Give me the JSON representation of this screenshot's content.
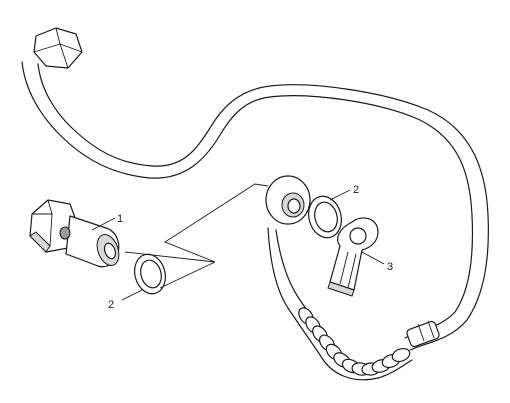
{
  "diagram": {
    "callouts": [
      {
        "id": "bolt",
        "label": "1"
      },
      {
        "id": "washer-lower",
        "label": "2"
      },
      {
        "id": "washer-upper",
        "label": "2"
      },
      {
        "id": "clip",
        "label": "3"
      }
    ]
  }
}
